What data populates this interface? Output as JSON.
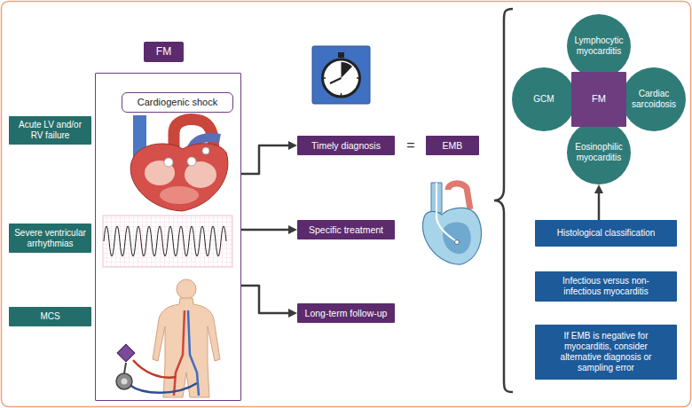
{
  "diagram": {
    "nodes": [
      {
        "text": [
          "FM"
        ]
      },
      {
        "text": [
          "Cardiogenic shock"
        ],
        "in": 0
      },
      {
        "text": [
          "Acute LV and/or RV failure"
        ]
      },
      {
        "text": [
          "Severe ventricular arrhythmias"
        ]
      },
      {
        "text": [
          "MCS"
        ]
      },
      {
        "text": [
          "Timely diagnosis"
        ]
      },
      {
        "text": [
          "Specific treatment"
        ]
      },
      {
        "text": [
          "Long-term follow-up"
        ]
      },
      {
        "text": [
          "EMB"
        ]
      },
      {
        "text": [
          "Lymphocytic myocarditis"
        ]
      },
      {
        "text": [
          "GCM"
        ]
      },
      {
        "text": [
          "FM"
        ]
      },
      {
        "text": [
          "Cardiac sarcoidosis"
        ]
      },
      {
        "text": [
          "Eosinophilic myocarditis"
        ]
      },
      {
        "text": [
          "Histological classification"
        ]
      },
      {
        "text": [
          "Infectious versus non-infectious myocarditis"
        ]
      },
      {
        "text": [
          "If EMB is negative for myocarditis, consider alternative diagnosis or sampling error"
        ]
      }
    ],
    "edges": [
      {
        "from": 0,
        "to": 5,
        "arrow": "to"
      },
      {
        "from": 0,
        "to": 6,
        "arrow": "to"
      },
      {
        "from": 0,
        "to": 7,
        "arrow": "to"
      },
      {
        "from": 14,
        "to": 13,
        "arrow": "to"
      }
    ],
    "labels": [
      "="
    ]
  }
}
